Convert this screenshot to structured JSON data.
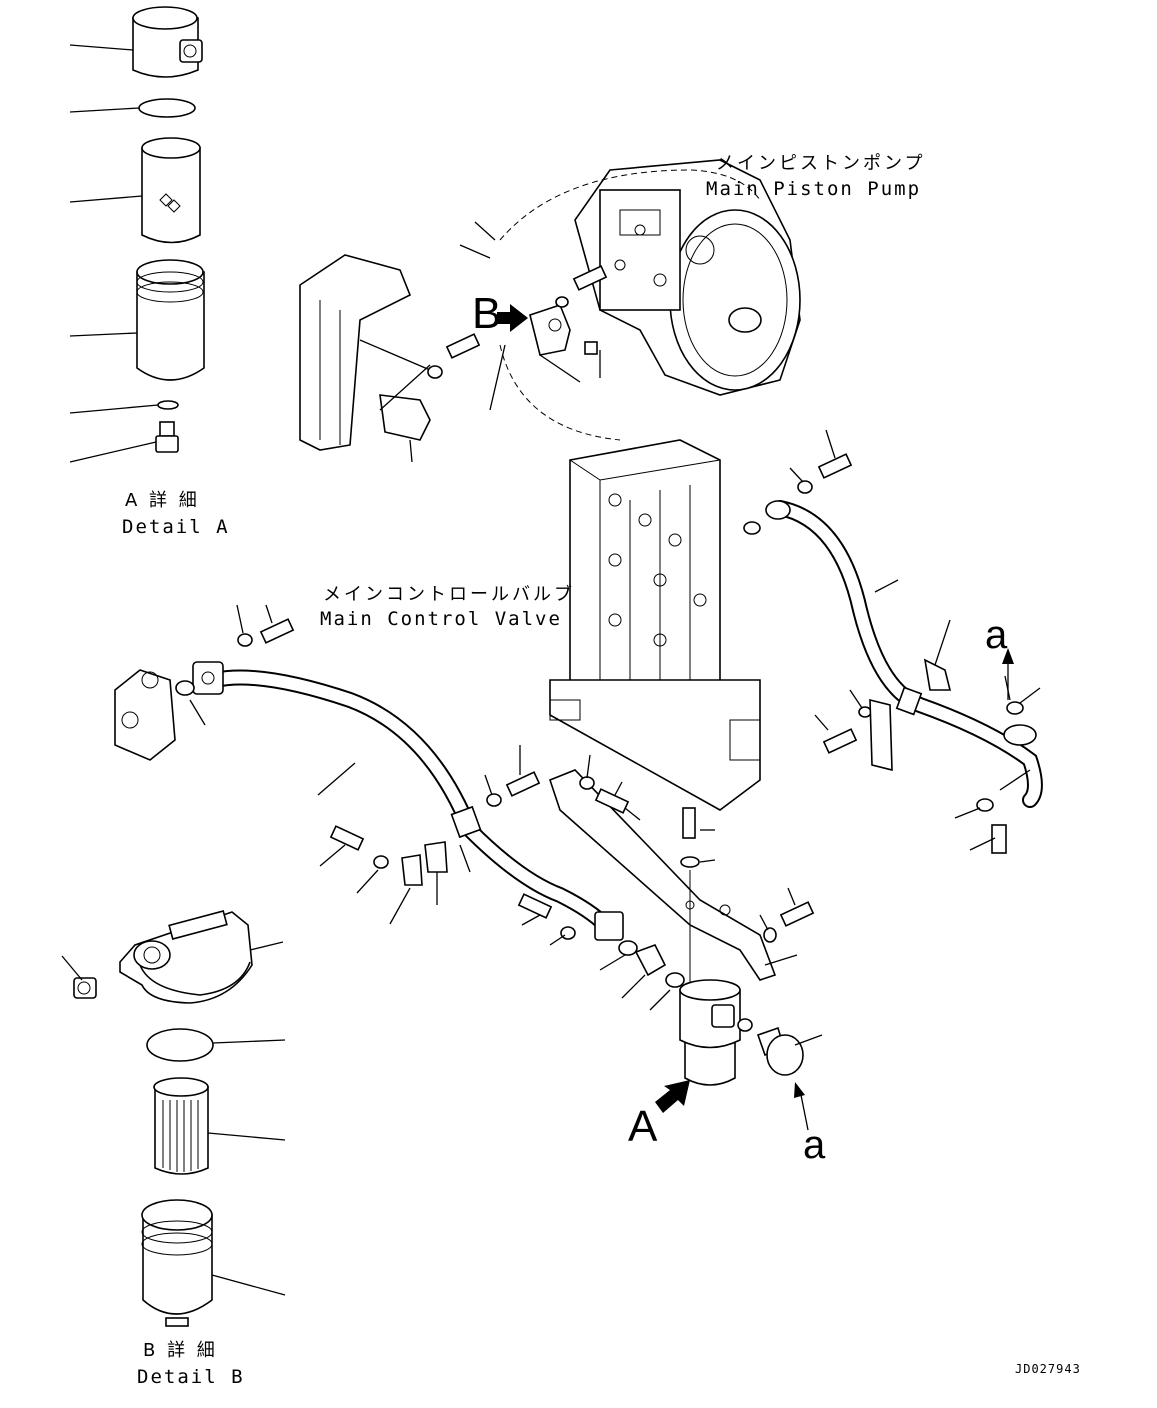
{
  "labels": {
    "pump_jp": "メインピストンポンプ",
    "pump_en": "Main Piston Pump",
    "valve_jp": "メインコントロールバルブ",
    "valve_en": "Main Control Valve",
    "detail_a_jp": "A 詳 細",
    "detail_a_en": "Detail A",
    "detail_b_jp": "B 詳 細",
    "detail_b_en": "Detail B",
    "marker_a": "A",
    "marker_b": "B",
    "ref_a_top": "a",
    "ref_a_bottom": "a",
    "doc_id": "JD027943"
  }
}
